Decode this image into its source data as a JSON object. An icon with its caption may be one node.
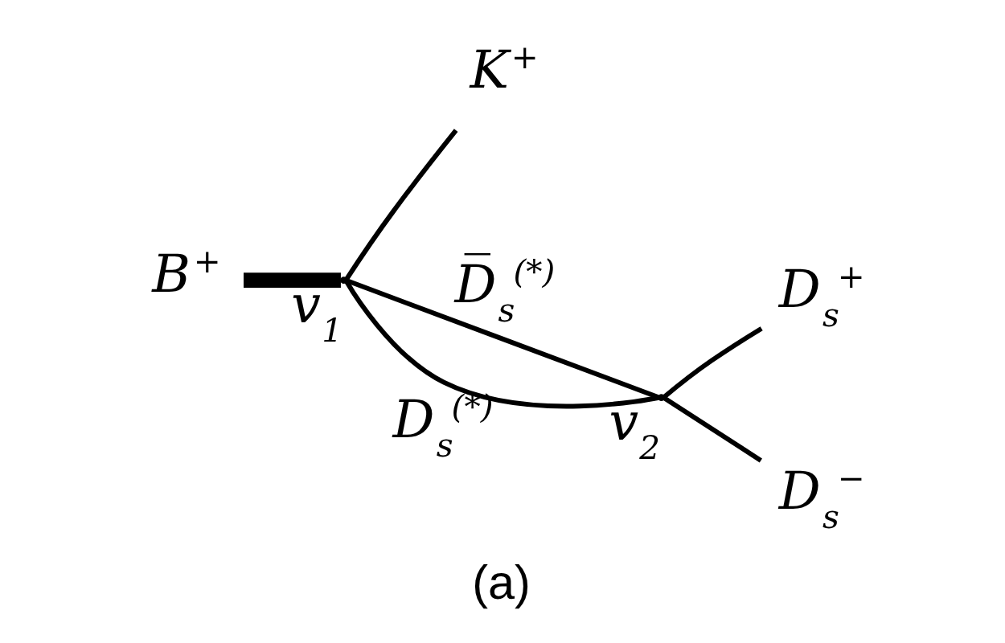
{
  "diagram": {
    "caption": "(a)",
    "nodes": [
      {
        "text": [
          "B$^{+}$"
        ]
      },
      {
        "text": [],
        "shape": "point",
        "beside": [
          "v$_{1}$"
        ]
      },
      {
        "text": [
          "K$^{+}$"
        ]
      },
      {
        "text": [],
        "shape": "point",
        "beside": [
          "v$_{2}$"
        ]
      },
      {
        "text": [
          "D$_{s}$$^{+}$"
        ]
      },
      {
        "text": [
          "D$_{s}$$^{−}$"
        ]
      }
    ],
    "edges": [
      {
        "from": 0,
        "to": 1,
        "arrow": "none",
        "style": "thick"
      },
      {
        "from": 1,
        "to": 2,
        "arrow": "none"
      },
      {
        "from": 1,
        "to": 3,
        "arrow": "none",
        "label": "D̅$_{s}$$^{(*)}$"
      },
      {
        "from": 1,
        "to": 3,
        "arrow": "none",
        "label": "D$_{s}$$^{(*)}$"
      },
      {
        "from": 3,
        "to": 4,
        "arrow": "none"
      },
      {
        "from": 3,
        "to": 5,
        "arrow": "none"
      }
    ]
  }
}
